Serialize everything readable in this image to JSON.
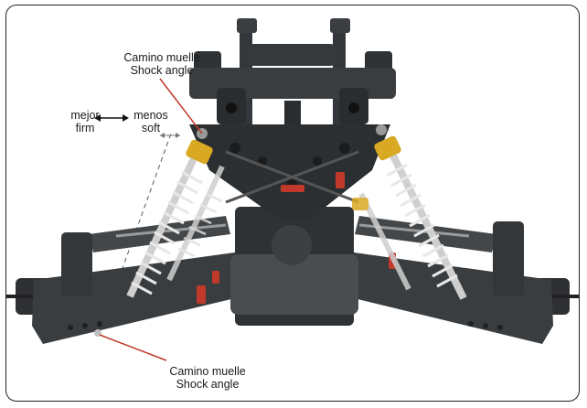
{
  "labels": {
    "top": {
      "line1": "Camino muelle",
      "line2": "Shock angle"
    },
    "bottom": {
      "line1": "Camino muelle",
      "line2": "Shock angle"
    },
    "left": {
      "line1": "mejor",
      "line2": "firm"
    },
    "right": {
      "line1": "menos",
      "line2": "soft"
    }
  },
  "colors": {
    "chassis": "#3a3d40",
    "spring": "#e8e8e8",
    "shock_cap": "#d9a923",
    "accent_red": "#c0392b",
    "leader_line": "#c0392b"
  }
}
